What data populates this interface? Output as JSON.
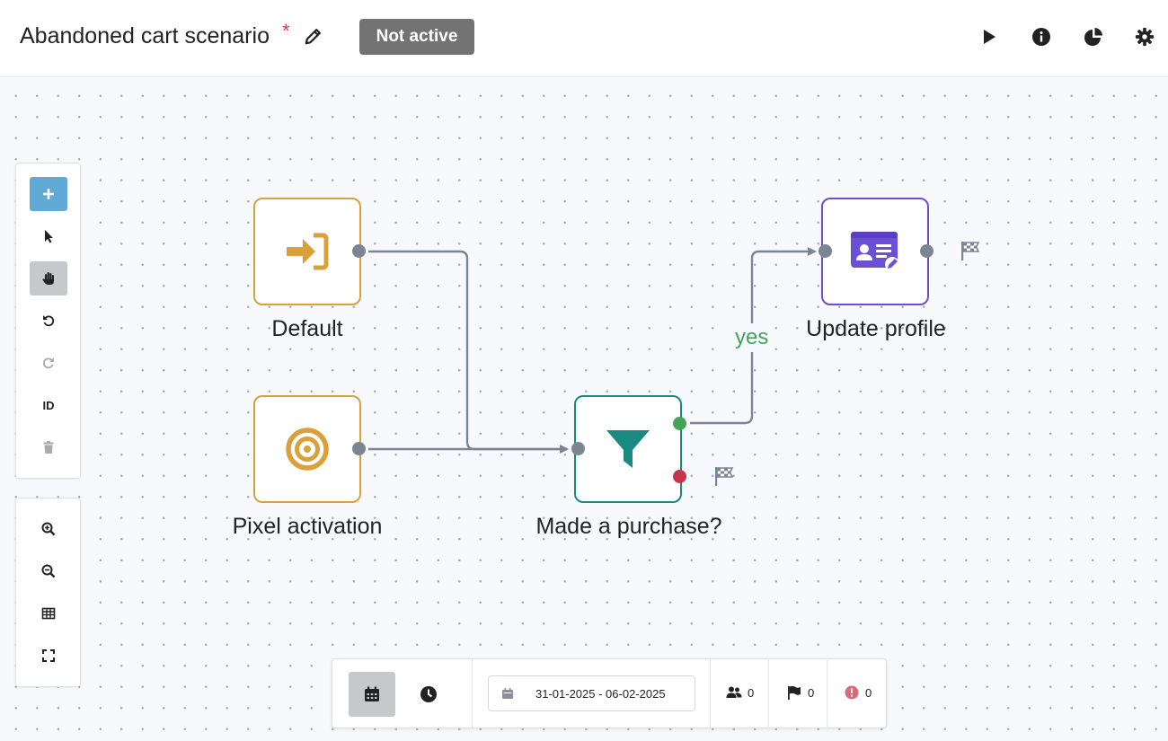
{
  "header": {
    "title": "Abandoned cart scenario",
    "unsaved_marker": "*",
    "status": "Not active",
    "edit_icon": "pencil-icon",
    "actions": [
      "play-icon",
      "info-icon",
      "chart-pie-icon",
      "gear-icon"
    ]
  },
  "toolbar": {
    "tools": [
      "plus-icon",
      "pointer-icon",
      "hand-icon",
      "undo-icon",
      "redo-icon",
      "ID",
      "trash-icon"
    ],
    "id_label": "ID",
    "view_tools": [
      "zoom-in-icon",
      "zoom-out-icon",
      "grid-icon",
      "fit-screen-icon"
    ]
  },
  "nodes": {
    "default": {
      "label": "Default",
      "icon": "sign-in-icon"
    },
    "pixel": {
      "label": "Pixel activation",
      "icon": "target-icon"
    },
    "purchase": {
      "label": "Made a purchase?",
      "icon": "filter-icon"
    },
    "update": {
      "label": "Update profile",
      "icon": "id-card-icon"
    }
  },
  "edges": {
    "yes_label": "yes"
  },
  "bottom_bar": {
    "date_range": "31-01-2025 - 06-02-2025",
    "users_count": "0",
    "finished_count": "0",
    "errors_count": "0"
  },
  "colors": {
    "accent_blue": "#62aad6",
    "node_orange": "#daa03a",
    "node_teal": "#1a8a80",
    "node_purple": "#6c4fd4",
    "yes_green": "#43a35b",
    "no_red": "#c8354a",
    "status_badge_bg": "#737373",
    "error_red": "#d96b78"
  }
}
